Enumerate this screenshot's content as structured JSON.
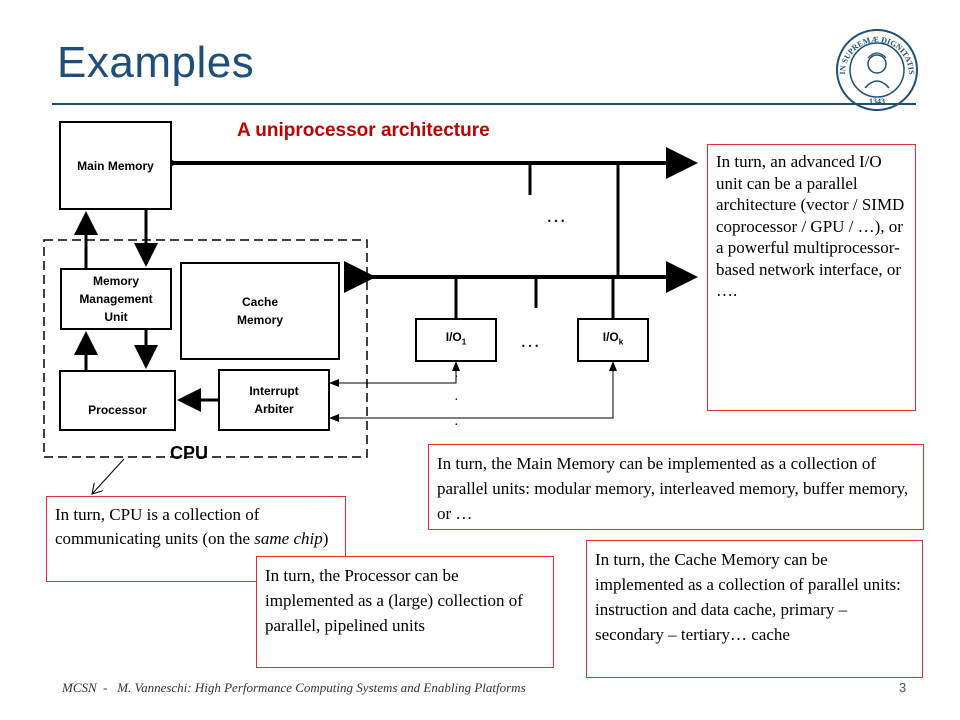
{
  "slide": {
    "title": "Examples",
    "subtitle": "A uniprocessor architecture",
    "cpu_label": "CPU",
    "footer": "MCSN  -   M. Vanneschi: High Performance Computing Systems and Enabling Platforms",
    "page_number": "3",
    "seal_text": "IN SUPREMÆ DIGNITATIS",
    "seal_year": "1343"
  },
  "diagram": {
    "main_memory": "Main Memory",
    "mmu": "Memory Management Unit",
    "cache_line1": "Cache",
    "cache_line2": "Memory",
    "processor": "Processor",
    "interrupt_line1": "Interrupt",
    "interrupt_line2": "Arbiter",
    "io1_base": "I/O",
    "io1_sub": "1",
    "iok_base": "I/O",
    "iok_sub": "k",
    "ellipsis_top": "…",
    "ellipsis_mid": "…",
    "vertical_dots": "·"
  },
  "notes": {
    "io": "In turn, an advanced I/O unit can be a parallel architecture (vector / SIMD coprocessor / GPU / …), or a powerful multiprocessor-based network interface, or ….",
    "main_memory": "In turn, the Main Memory can be implemented as a collection of parallel units: modular memory, interleaved memory, buffer memory, or …",
    "cpu_prefix": "In turn, CPU is a collection of communicating units (on the ",
    "cpu_italic": "same chip",
    "cpu_suffix": ")",
    "processor": "In turn, the Processor can be implemented as a (large) collection of parallel, pipelined units",
    "cache": "In turn, the Cache Memory can be implemented as a collection of parallel units: instruction and data cache, primary – secondary – tertiary… cache"
  }
}
